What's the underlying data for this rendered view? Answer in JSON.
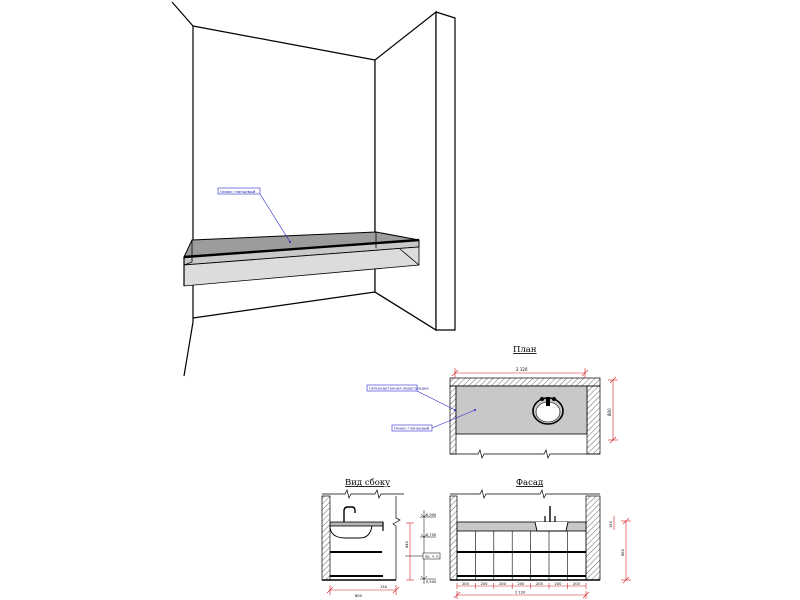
{
  "perspective": {
    "callout": "Оникс глянцевый"
  },
  "plan": {
    "title": "План",
    "overall_dim": "2 120",
    "side_dim": "800",
    "callouts": [
      "гипсокартонная перегородка",
      "Оникс глянцевый"
    ]
  },
  "side_view": {
    "title": "Вид сбоку",
    "levels": [
      "0,900",
      "0,750",
      "0,500"
    ],
    "floor_note": "ур. ч. п.",
    "height_dim": "640",
    "depth_dim": "800",
    "small_dim": "130"
  },
  "facade": {
    "title": "Фасад",
    "segments": [
      "200",
      "200",
      "200",
      "200",
      "200",
      "200",
      "200"
    ],
    "overall_dim": "2 120",
    "height_dim": "860",
    "small_dim": "150"
  },
  "colors": {
    "line": "#000000",
    "stone": "#c8c8c8",
    "stone_dark": "#b4b4b4",
    "callout": "#2a2ad0",
    "dimension": "#d02020"
  }
}
